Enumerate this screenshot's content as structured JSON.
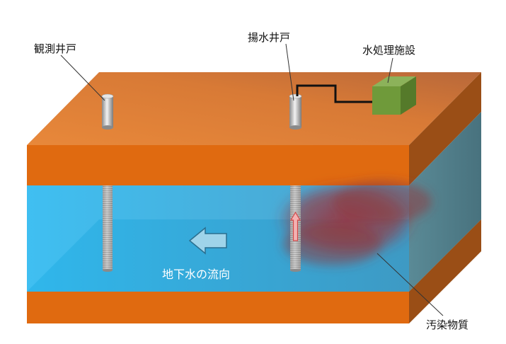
{
  "labels": {
    "observation_well": "観測井戸",
    "pumping_well": "揚水井戸",
    "treatment_facility": "水処理施設",
    "flow_direction": "地下水の流向",
    "contaminant": "汚染物質"
  },
  "colors": {
    "ground_top": "#e07a2c",
    "soil_front": "#e06a10",
    "soil_side": "#9a4e16",
    "aquifer_front": "#2fb0e6",
    "aquifer_floor": "#2a8fb0",
    "aquifer_side": "#3c7e94",
    "contaminant": "#a0363a",
    "facility": "#6f9a3a",
    "pipe": "#111111",
    "flow_arrow": "#9fd4ea"
  },
  "icons": {
    "flow_arrow": "left-arrow-icon",
    "pump_arrow": "up-arrow-icon"
  }
}
